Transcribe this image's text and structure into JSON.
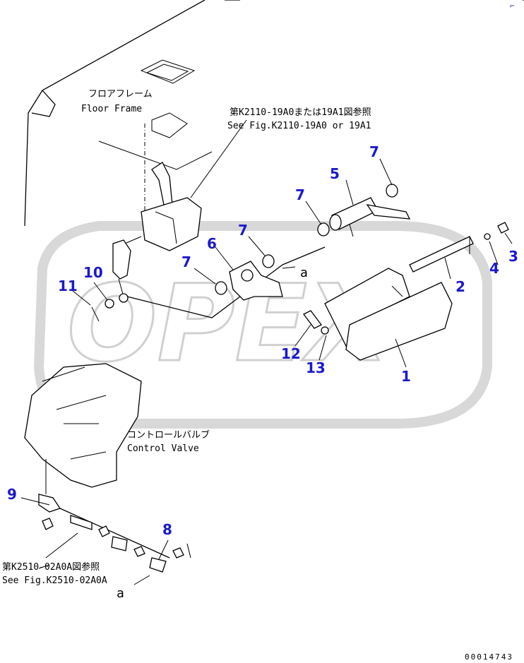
{
  "watermark": {
    "text": "OPEX"
  },
  "labels": {
    "floor_frame_jp": "フロアフレーム",
    "floor_frame_en": "Floor Frame",
    "ref_top_jp": "第K2110-19A0または19A1図参照",
    "ref_top_en": "See Fig.K2110-19A0 or 19A1",
    "control_valve_jp": "コントロールバルブ",
    "control_valve_en": "Control Valve",
    "ref_bottom_jp": "第K2510-02A0A図参照",
    "ref_bottom_en": "See Fig.K2510-02A0A",
    "connector_a_top": "a",
    "connector_a_bottom": "a",
    "drawing_number": "00014743",
    "corner_mark": "⌐"
  },
  "callouts": {
    "c1": "1",
    "c2": "2",
    "c3": "3",
    "c4": "4",
    "c5": "5",
    "c6": "6",
    "c7a": "7",
    "c7b": "7",
    "c7c": "7",
    "c7d": "7",
    "c8": "8",
    "c9": "9",
    "c10": "10",
    "c11": "11",
    "c12": "12",
    "c13": "13"
  },
  "colors": {
    "callout": "#1a1acc",
    "line": "#000000",
    "watermark": "#d8d8d8"
  }
}
